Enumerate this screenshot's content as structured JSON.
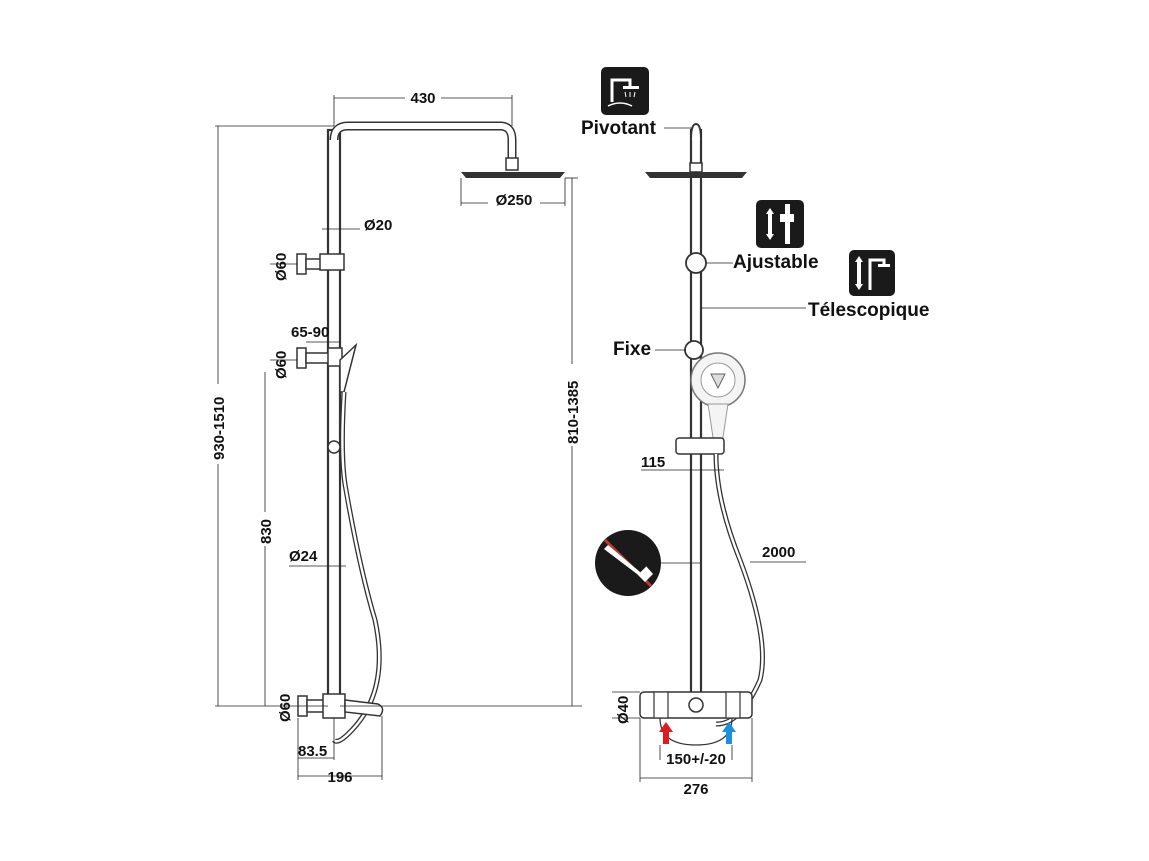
{
  "dimensions": {
    "head_arm_width": "430",
    "head_diameter": "Ø250",
    "bar_top_diameter": "Ø20",
    "bar_diameter": "Ø24",
    "total_height": "930-1510",
    "head_height": "810-1385",
    "wall_flange_upper": "Ø60",
    "wall_flange_middle": "Ø60",
    "wall_flange_lower": "Ø60",
    "arm_range": "65-90",
    "lower_height": "830",
    "spout_offset": "83.5",
    "projection": "196",
    "hand_holder": "115",
    "hose_length": "2000",
    "valve_diameter": "Ø40",
    "inlet_spacing": "150+/-20",
    "valve_width": "276"
  },
  "labels": {
    "pivot": "Pivotant",
    "adjustable": "Ajustable",
    "telescopic": "Télescopique",
    "fixed": "Fixe"
  },
  "icons": {
    "pivot": "pivot-shower-icon",
    "adjustable": "adjustable-bar-icon",
    "telescopic": "telescopic-bar-icon",
    "no_tool": "no-tool-icon",
    "hot_arrow": "hot-water-arrow-icon",
    "cold_arrow": "cold-water-arrow-icon"
  },
  "colors": {
    "line": "#222222",
    "icon_bg": "#1a1a1a",
    "hot": "#e01b1b",
    "cold": "#1b8fe0"
  }
}
